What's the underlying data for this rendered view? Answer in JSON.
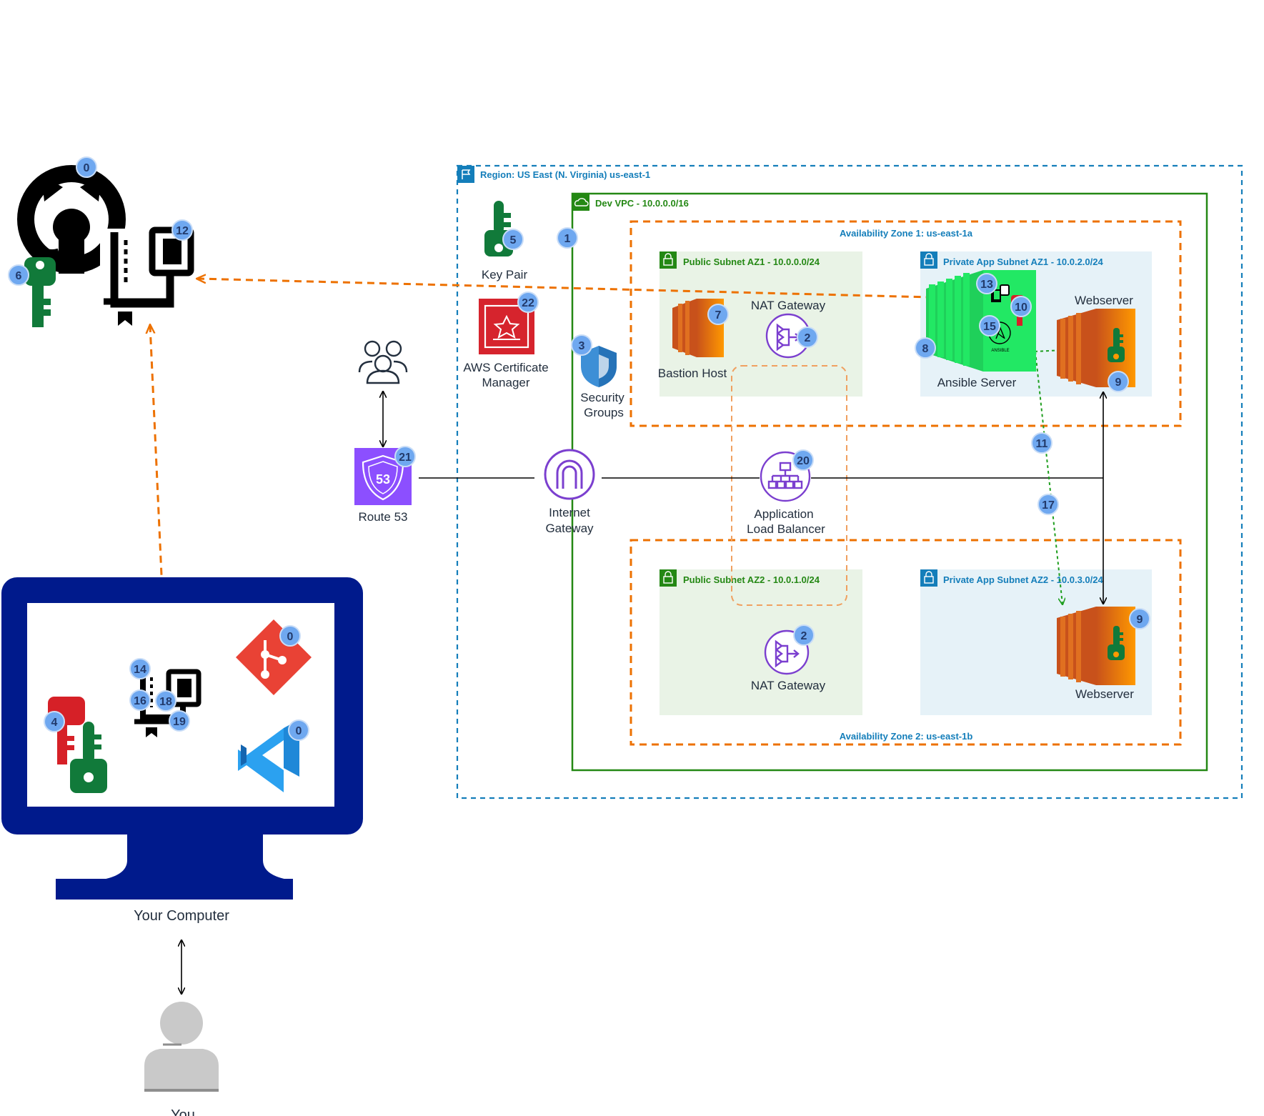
{
  "region": {
    "label": "Region: US East (N. Virginia) us-east-1"
  },
  "vpc": {
    "label": "Dev VPC - 10.0.0.0/16"
  },
  "zones": {
    "az1": "Availability Zone 1: us-east-1a",
    "az2": "Availability Zone 2: us-east-1b"
  },
  "subnets": {
    "public_az1": "Public Subnet AZ1 - 10.0.0.0/24",
    "private_az1": "Private App Subnet AZ1 - 10.0.2.0/24",
    "public_az2": "Public Subnet AZ2 - 10.0.1.0/24",
    "private_az2": "Private App Subnet AZ2 - 10.0.3.0/24"
  },
  "nodes": {
    "key_pair": "Key Pair",
    "acm": [
      "AWS Certificate",
      "Manager"
    ],
    "security_groups": [
      "Security",
      "Groups"
    ],
    "route53": "Route 53",
    "route53_badge": "53",
    "igw": [
      "Internet",
      "Gateway"
    ],
    "alb": [
      "Application",
      "Load Balancer"
    ],
    "bastion": "Bastion Host",
    "nat_az1": "NAT Gateway",
    "nat_az2": "NAT Gateway",
    "ansible": "Ansible Server",
    "ansible_logo": "ANSIBLE",
    "web_az1": "Webserver",
    "web_az2": "Webserver",
    "computer": "Your Computer",
    "you": "You"
  },
  "badges": {
    "github": "0",
    "repo": "12",
    "github_key": "6",
    "key_pair": "5",
    "acm": "22",
    "vpc": "1",
    "sg": "3",
    "route53": "21",
    "bastion": "7",
    "nat1": "2",
    "nat2": "2",
    "ansible": "8",
    "ansible_repo": "13",
    "ansible_key": "10",
    "ansible_play": "15",
    "web1": "9",
    "web2": "9",
    "alb": "20",
    "path1": "11",
    "path2": "17",
    "local_repo_a": "14",
    "local_repo_b": "16",
    "local_repo_c": "18",
    "local_repo_d": "19",
    "local_key": "4",
    "git": "0",
    "vscode": "0"
  },
  "colors": {
    "region_border": "#147EBA",
    "vpc_border": "#248814",
    "az_border": "#ED7100",
    "public_subnet_bg": "#E9F3E6",
    "private_subnet_bg": "#E6F2F8",
    "badge": "#6FA8F0",
    "purple": "#7B3FCF",
    "orange": "#ED7100",
    "monitor": "#001A8C",
    "git": "#E94235",
    "vscode": "#1F88D8",
    "ansible_green": "#22E864",
    "key_green": "#117A3A",
    "key_red": "#D62027"
  }
}
